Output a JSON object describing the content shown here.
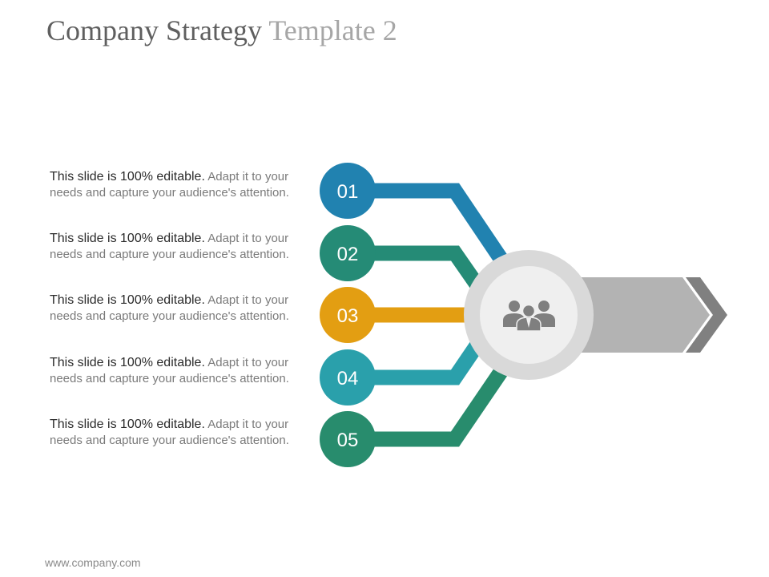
{
  "slide": {
    "title_main": "Company Strategy",
    "title_sub": "Template 2",
    "footer": "www.company.com"
  },
  "items": [
    {
      "number": "01",
      "lead": "This slide is 100% editable.",
      "body": "Adapt it to your needs and capture your audience's attention.",
      "color": "#2182b0"
    },
    {
      "number": "02",
      "lead": "This slide is 100% editable.",
      "body": "Adapt it to your needs and capture your audience's attention.",
      "color": "#258b76"
    },
    {
      "number": "03",
      "lead": "This slide is 100% editable.",
      "body": "Adapt it to your needs and capture your audience's attention.",
      "color": "#e39e12"
    },
    {
      "number": "04",
      "lead": "This slide is 100% editable.",
      "body": "Adapt it to your needs and capture your audience's attention.",
      "color": "#2aa0ab"
    },
    {
      "number": "05",
      "lead": "This slide is 100% editable.",
      "body": "Adapt it to your needs and capture your audience's attention.",
      "color": "#288c6d"
    }
  ],
  "hub": {
    "icon": "team-icon",
    "ring_color": "#d9d9d9",
    "inner_color": "#efefef",
    "icon_color": "#7f7f7f",
    "arrow_color": "#b3b3b3",
    "chevron_color": "#808080"
  }
}
